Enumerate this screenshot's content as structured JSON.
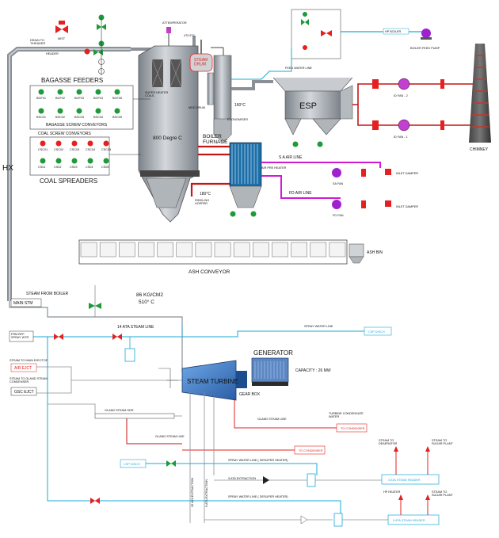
{
  "title": "",
  "boiler_area": {
    "header_labels": {
      "drain_to_header": "DRAIN TO\nT/HEADER",
      "header": "HEADER",
      "mist": "MIST",
      "attemperator": "ATTEMPERATOR",
      "temp_470": "470.5°C",
      "steam_drum": "STEAM\nDRUM",
      "super_heater_coils": "SUPER HEATER\nCOILS",
      "mud_drum": "MUD DRUM",
      "furnace_temp": "800 Degre C",
      "boiler_furnace": "BOILER\nFURNACE",
      "economiser": "ECONOMISER",
      "temp_160_top": "160°C",
      "temp_180": "180°C",
      "riddling_hopper": "RIDDLING\nHOPPER",
      "air_pre_heater": "AIR PRE HEATER",
      "sa_air_line": "S A AIR LINE",
      "fd_air_line": "FD AIR LINE",
      "sa_fan": "SA FAN",
      "fd_fan": "FD FAN",
      "inlet_damper": "INLET DAMPER",
      "esp": "ESP",
      "id_fan_1": "ID FAN - 1",
      "id_fan_2": "ID FAN - 2",
      "chimney": "CHIMNEY",
      "ash_conveyor": "ASH CONVEYOR",
      "ash_bin": "ASH BIN",
      "feed_water_line": "FEED WATER LINE",
      "boiler_feed_pump": "BOILER FEED PUMP",
      "hp_boiler_inlet": "HP BOILER"
    },
    "bagasse_feeders": {
      "title": "BAGASSE FEEDERS",
      "items": [
        "BGF01",
        "BGF02",
        "BGF03",
        "BGF04",
        "BGF05"
      ]
    },
    "bagasse_screw_conveyors": {
      "title": "BAGASSE SCREW CONVEYORS",
      "items": [
        "BSC01",
        "BSC02",
        "BSC03",
        "BSC04",
        "BSC05"
      ]
    },
    "coal_screw_conveyors": {
      "title": "COAL SCREW CONVEYORS",
      "items": [
        "CSC01",
        "CSC02",
        "CSC03",
        "CSC04",
        "CSC05"
      ]
    },
    "coal_spreaders": {
      "title": "COAL SPREADERS",
      "items": [
        "CS01",
        "CS02",
        "CS03",
        "CS04",
        "CS05"
      ]
    }
  },
  "turbine_area": {
    "steam_from_boiler": "STEAM FROM BOILER",
    "main_stm": "MAIN STM",
    "pressure": "86 KG/CM2",
    "temperature": "510° C",
    "ata14_line": "14 ATA STEAM LINE",
    "frm_bfp": "FRM BFP\nSPRAY WTR",
    "steam_to_main_ejector": "STEAM TO MAIN EJECTOR",
    "air_ejct": "AIR EJCT",
    "steam_to_gland": "STEAM TO GLAND STEAM\nCONDENSER",
    "gsc_ejct": "GSC EJCT",
    "gland_steam_hdr": "GLAND STEAM HDR",
    "gland_steam_line_1": "GLAND STEAM LINE",
    "gland_steam_line_2": "GLAND STEAM LINE",
    "steam_turbine": "STEAM TURBINE",
    "generator": "GENERATOR",
    "capacity": "CAPACITY : 26 MW",
    "gear_box": "GEAR BOX",
    "spray_water_line": "SPRAY WATER LINE",
    "csp_disch_top": "CSP DISCH",
    "turbine_condensate": "TURBINE CONDENSATE\nWATER",
    "to_condenser_1": "TO CONDENSER",
    "to_condenser_2": "TO CONDENSER",
    "csp_disch_bottom": "CSP DISCH",
    "spray_desuper_1": "SPRAY WATER LINE ( DESUPER HEATER)",
    "spray_desuper_2": "SPRAY WATER LINE ( DESUPER HEATER)",
    "ata3_extraction": "3 ATA EXTRACTION",
    "ata20_extraction": "20 ATA EXTRACTION",
    "ata9_extraction": "9 ATA EXTRACTION",
    "ata3_header": "3 ATA STEAM HEADER",
    "ata9_header": "9 ATA STEAM HEADER",
    "steam_to_deaerator": "STEAM TO\nDEAERATOR",
    "steam_to_sugar_1": "STEAM TO\nSUGAR PLANT",
    "hp_heater": "HP HEATER",
    "steam_to_sugar_2": "STEAM TO\nSUGAR PLANT"
  },
  "colors": {
    "steam_line": "#1aa9d6",
    "hot_line": "#c41616",
    "air_line": "#d21ad2",
    "equipment_grey": "#9ea4aa",
    "turbine_blue": "#3a78c2",
    "valve_red": "#e52020",
    "valve_green": "#1e9a3a",
    "pump_purple": "#a020d0"
  }
}
